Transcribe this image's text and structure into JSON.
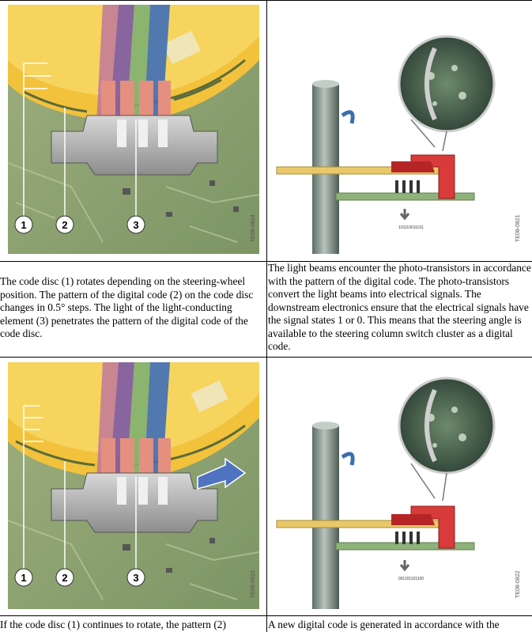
{
  "rows": [
    {
      "left_figure": {
        "callouts": [
          "1",
          "2",
          "3"
        ],
        "figure_id": "TE08-0824",
        "arrow": false
      },
      "right_figure": {
        "bit_code": "101110011011",
        "figure_id": "TE08-0821"
      },
      "left_text": "The code disc (1) rotates depending on the steering-wheel position. The pattern of the digital code (2) on the code disc changes in 0.5° steps. The light of the light-conducting element (3) penetrates the pattern of the digital code of the code disc.",
      "right_text": "The light beams encounter the photo-transistors in accordance with the pattern of the digital code. The photo-transistors convert the light beams into electrical signals. The downstream electronics ensure that the electrical signals have the signal states 1 or 0. This means that the steering angle is available to the steering column switch cluster as a digital code."
    },
    {
      "left_figure": {
        "callouts": [
          "1",
          "2",
          "3"
        ],
        "figure_id": "TE08-0823",
        "arrow": true
      },
      "right_figure": {
        "bit_code": "001101101100",
        "figure_id": "TE08-0822"
      },
      "left_text": "If the code disc (1) continues to rotate, the pattern (2)",
      "right_text": "A new digital code is generated in accordance with the"
    }
  ]
}
